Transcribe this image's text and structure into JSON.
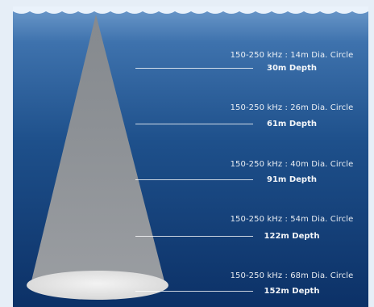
{
  "levels": [
    {
      "spec": "150-250 kHz : 14m Dia. Circle",
      "depth": "30m Depth"
    },
    {
      "spec": "150-250 kHz : 26m Dia. Circle",
      "depth": "61m Depth"
    },
    {
      "spec": "150-250 kHz : 40m Dia. Circle",
      "depth": "91m Depth"
    },
    {
      "spec": "150-250 kHz : 54m Dia. Circle",
      "depth": "122m Depth"
    },
    {
      "spec": "150-250 kHz : 68m Dia. Circle",
      "depth": "152m Depth"
    }
  ],
  "colors": {
    "frame": "#e6eef7",
    "water_top": "#5f8fc3",
    "water_mid": "#1d4f8a",
    "water_bottom": "#0d3268",
    "surface": "#e9f1fa",
    "beam": "#8f8f8f",
    "footprint": "#e7e7e7",
    "text": "#ffffff"
  }
}
